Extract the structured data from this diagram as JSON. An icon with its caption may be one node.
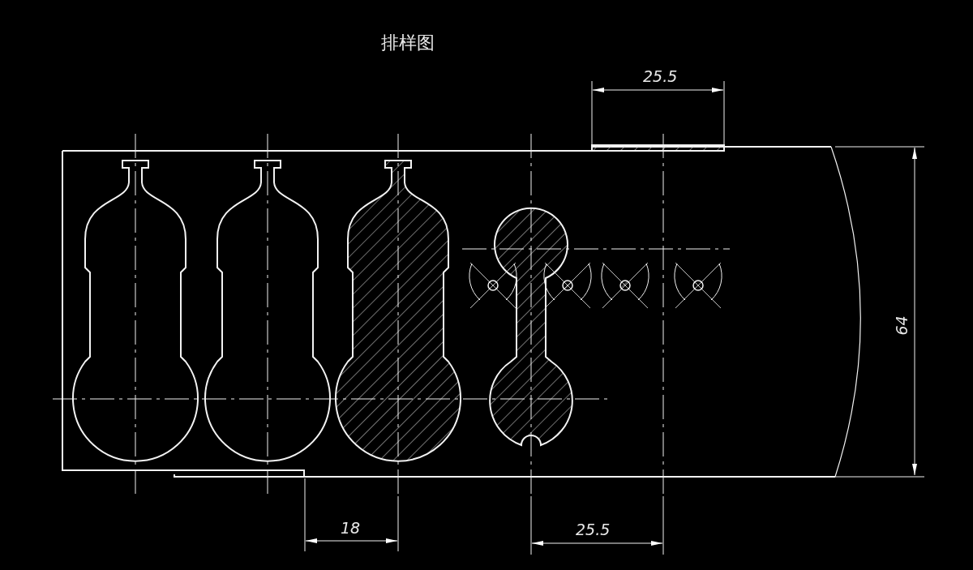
{
  "diagram": {
    "title": "排样图",
    "labels": [
      "25.5",
      "64",
      "18",
      "25.5"
    ]
  }
}
